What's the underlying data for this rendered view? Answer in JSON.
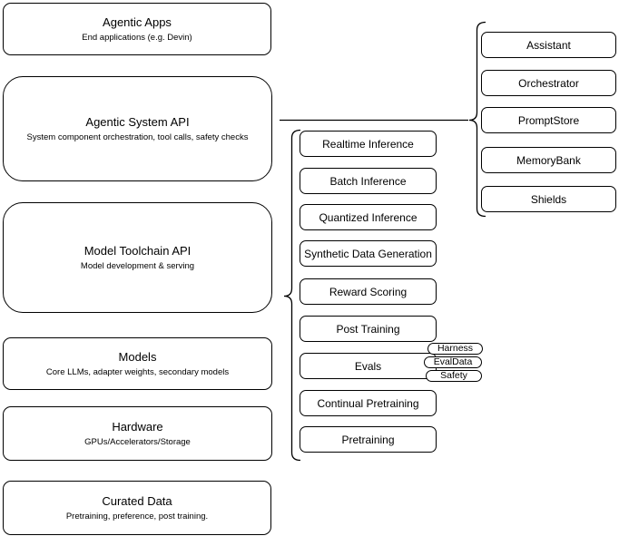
{
  "diagram": {
    "colors": {
      "background": "#ffffff",
      "stroke": "#000000",
      "node_fill": "#ffffff",
      "text": "#000000"
    },
    "stack": [
      {
        "title": "Agentic Apps",
        "subtitle": "End applications (e.g. Devin)"
      },
      {
        "title": "Agentic System API",
        "subtitle": "System component orchestration, tool calls, safety checks"
      },
      {
        "title": "Model Toolchain API",
        "subtitle": "Model development & serving"
      },
      {
        "title": "Models",
        "subtitle": "Core LLMs, adapter weights, secondary models"
      },
      {
        "title": "Hardware",
        "subtitle": "GPUs/Accelerators/Storage"
      },
      {
        "title": "Curated Data",
        "subtitle": "Pretraining, preference, post training."
      }
    ],
    "toolchain_items": [
      "Realtime Inference",
      "Batch Inference",
      "Quantized Inference",
      "Synthetic Data Generation",
      "Reward Scoring",
      "Post Training",
      "Evals",
      "Continual Pretraining",
      "Pretraining"
    ],
    "evals_tags": [
      "Harness",
      "EvalData",
      "Safety"
    ],
    "system_components": [
      "Assistant",
      "Orchestrator",
      "PromptStore",
      "MemoryBank",
      "Shields"
    ]
  }
}
